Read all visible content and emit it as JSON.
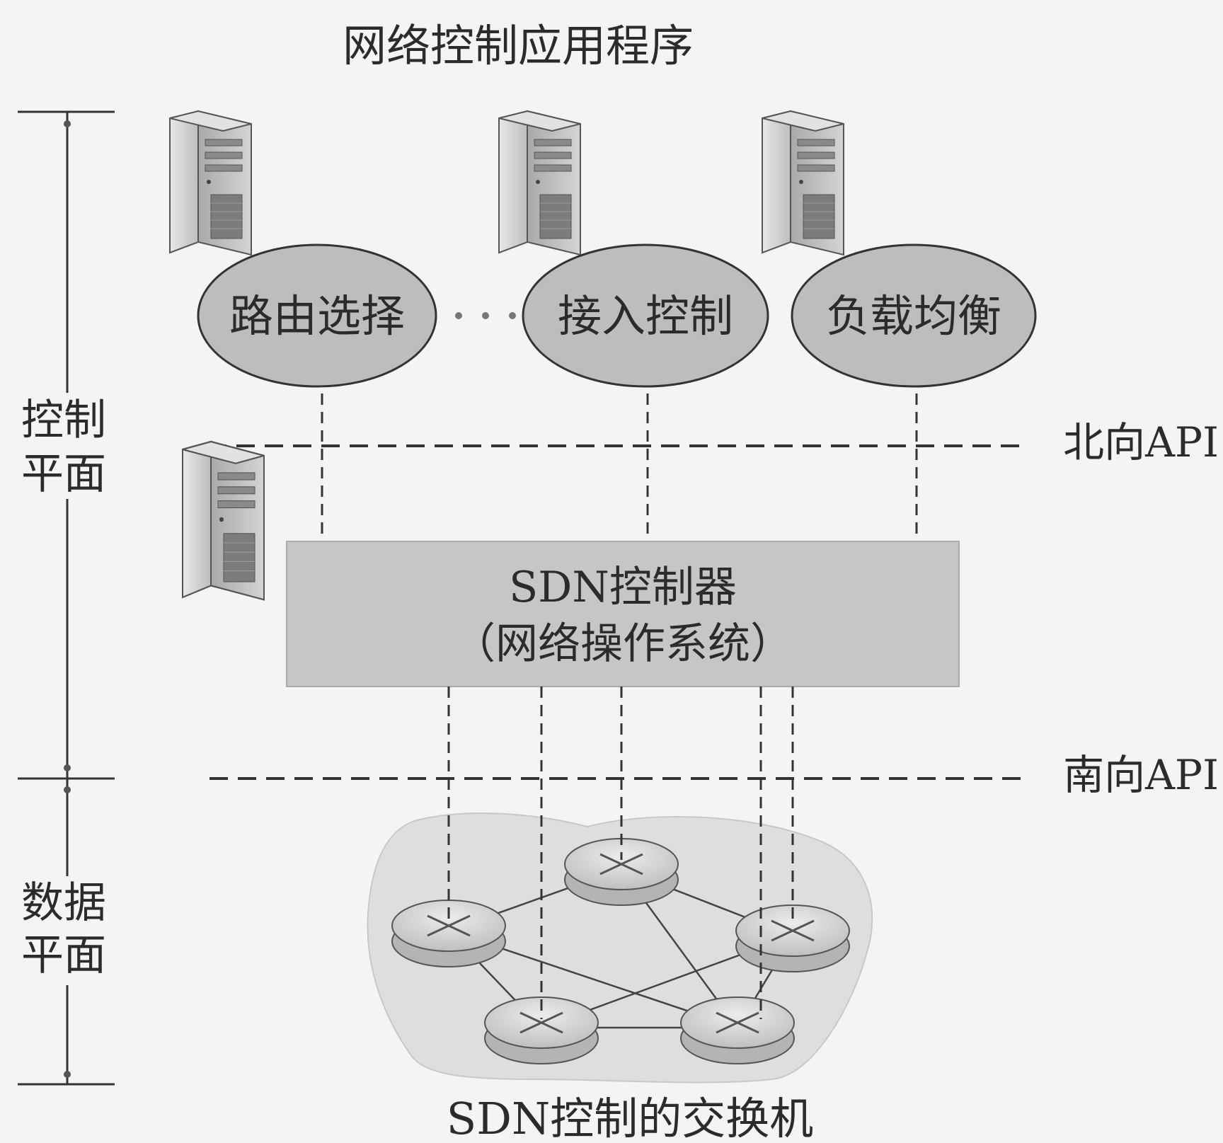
{
  "title": "网络控制应用程序",
  "apps": [
    {
      "label": "路由选择"
    },
    {
      "label": "接入控制"
    },
    {
      "label": "负载均衡"
    }
  ],
  "controller": {
    "line1": "SDN控制器",
    "line2": "（网络操作系统）"
  },
  "api": {
    "northbound": "北向API",
    "southbound": "南向API"
  },
  "planes": {
    "control_line1": "控制",
    "control_line2": "平面",
    "data_line1": "数据",
    "data_line2": "平面"
  },
  "switches_caption": "SDN控制的交换机",
  "colors": {
    "background": "#f4f4f2",
    "ellipse_fill": "#bdbdbd",
    "controller_fill": "#c6c6c6",
    "cloud_fill": "#dedede",
    "switch_fill": "#cfcfcf",
    "line": "#333333"
  }
}
